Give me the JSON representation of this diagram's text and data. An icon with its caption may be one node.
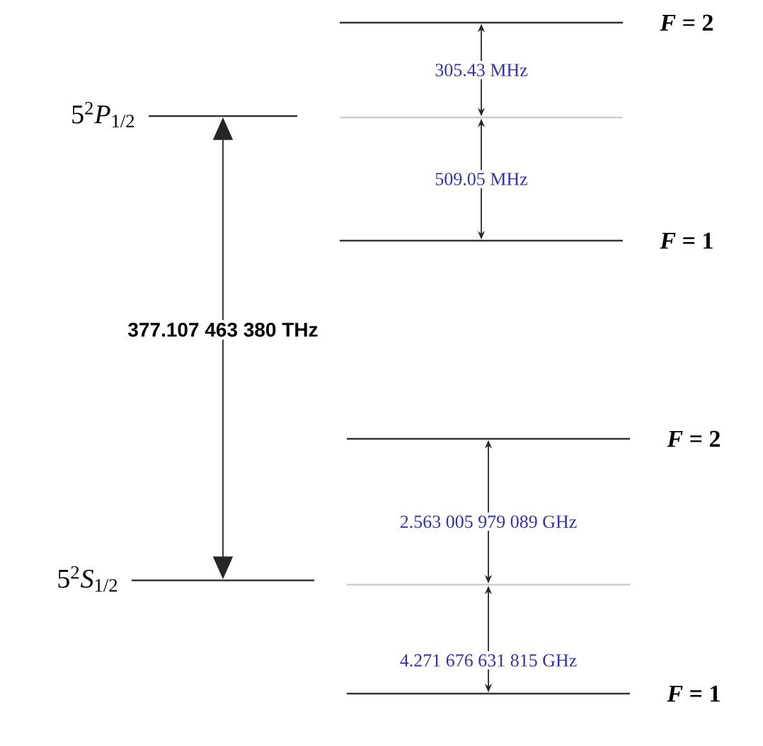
{
  "diagram": {
    "nodes": [
      {
        "text": [
          "5$^{2}$*P*$_{1/2}$"
        ]
      },
      {
        "text": [
          "5$^{2}$*S*$_{1/2}$"
        ]
      },
      {
        "text": [
          "*F* = 2"
        ]
      },
      {
        "text": [],
        "shape": "bar"
      },
      {
        "text": [
          "*F* = 1"
        ]
      },
      {
        "text": [
          "*F* = 2"
        ]
      },
      {
        "text": [],
        "shape": "bar"
      },
      {
        "text": [
          "*F* = 1"
        ]
      }
    ],
    "edges": [
      {
        "from": 1,
        "to": 0,
        "arrow": "both",
        "label": "377.107 463 380 THz"
      },
      {
        "from": 2,
        "to": 3,
        "arrow": "both",
        "label": "305.43 MHz"
      },
      {
        "from": 3,
        "to": 4,
        "arrow": "both",
        "label": "509.05 MHz"
      },
      {
        "from": 5,
        "to": 6,
        "arrow": "both",
        "label": "2.563 005 979 089 GHz"
      },
      {
        "from": 6,
        "to": 7,
        "arrow": "both",
        "label": "4.271 676 631 815 GHz"
      }
    ]
  }
}
